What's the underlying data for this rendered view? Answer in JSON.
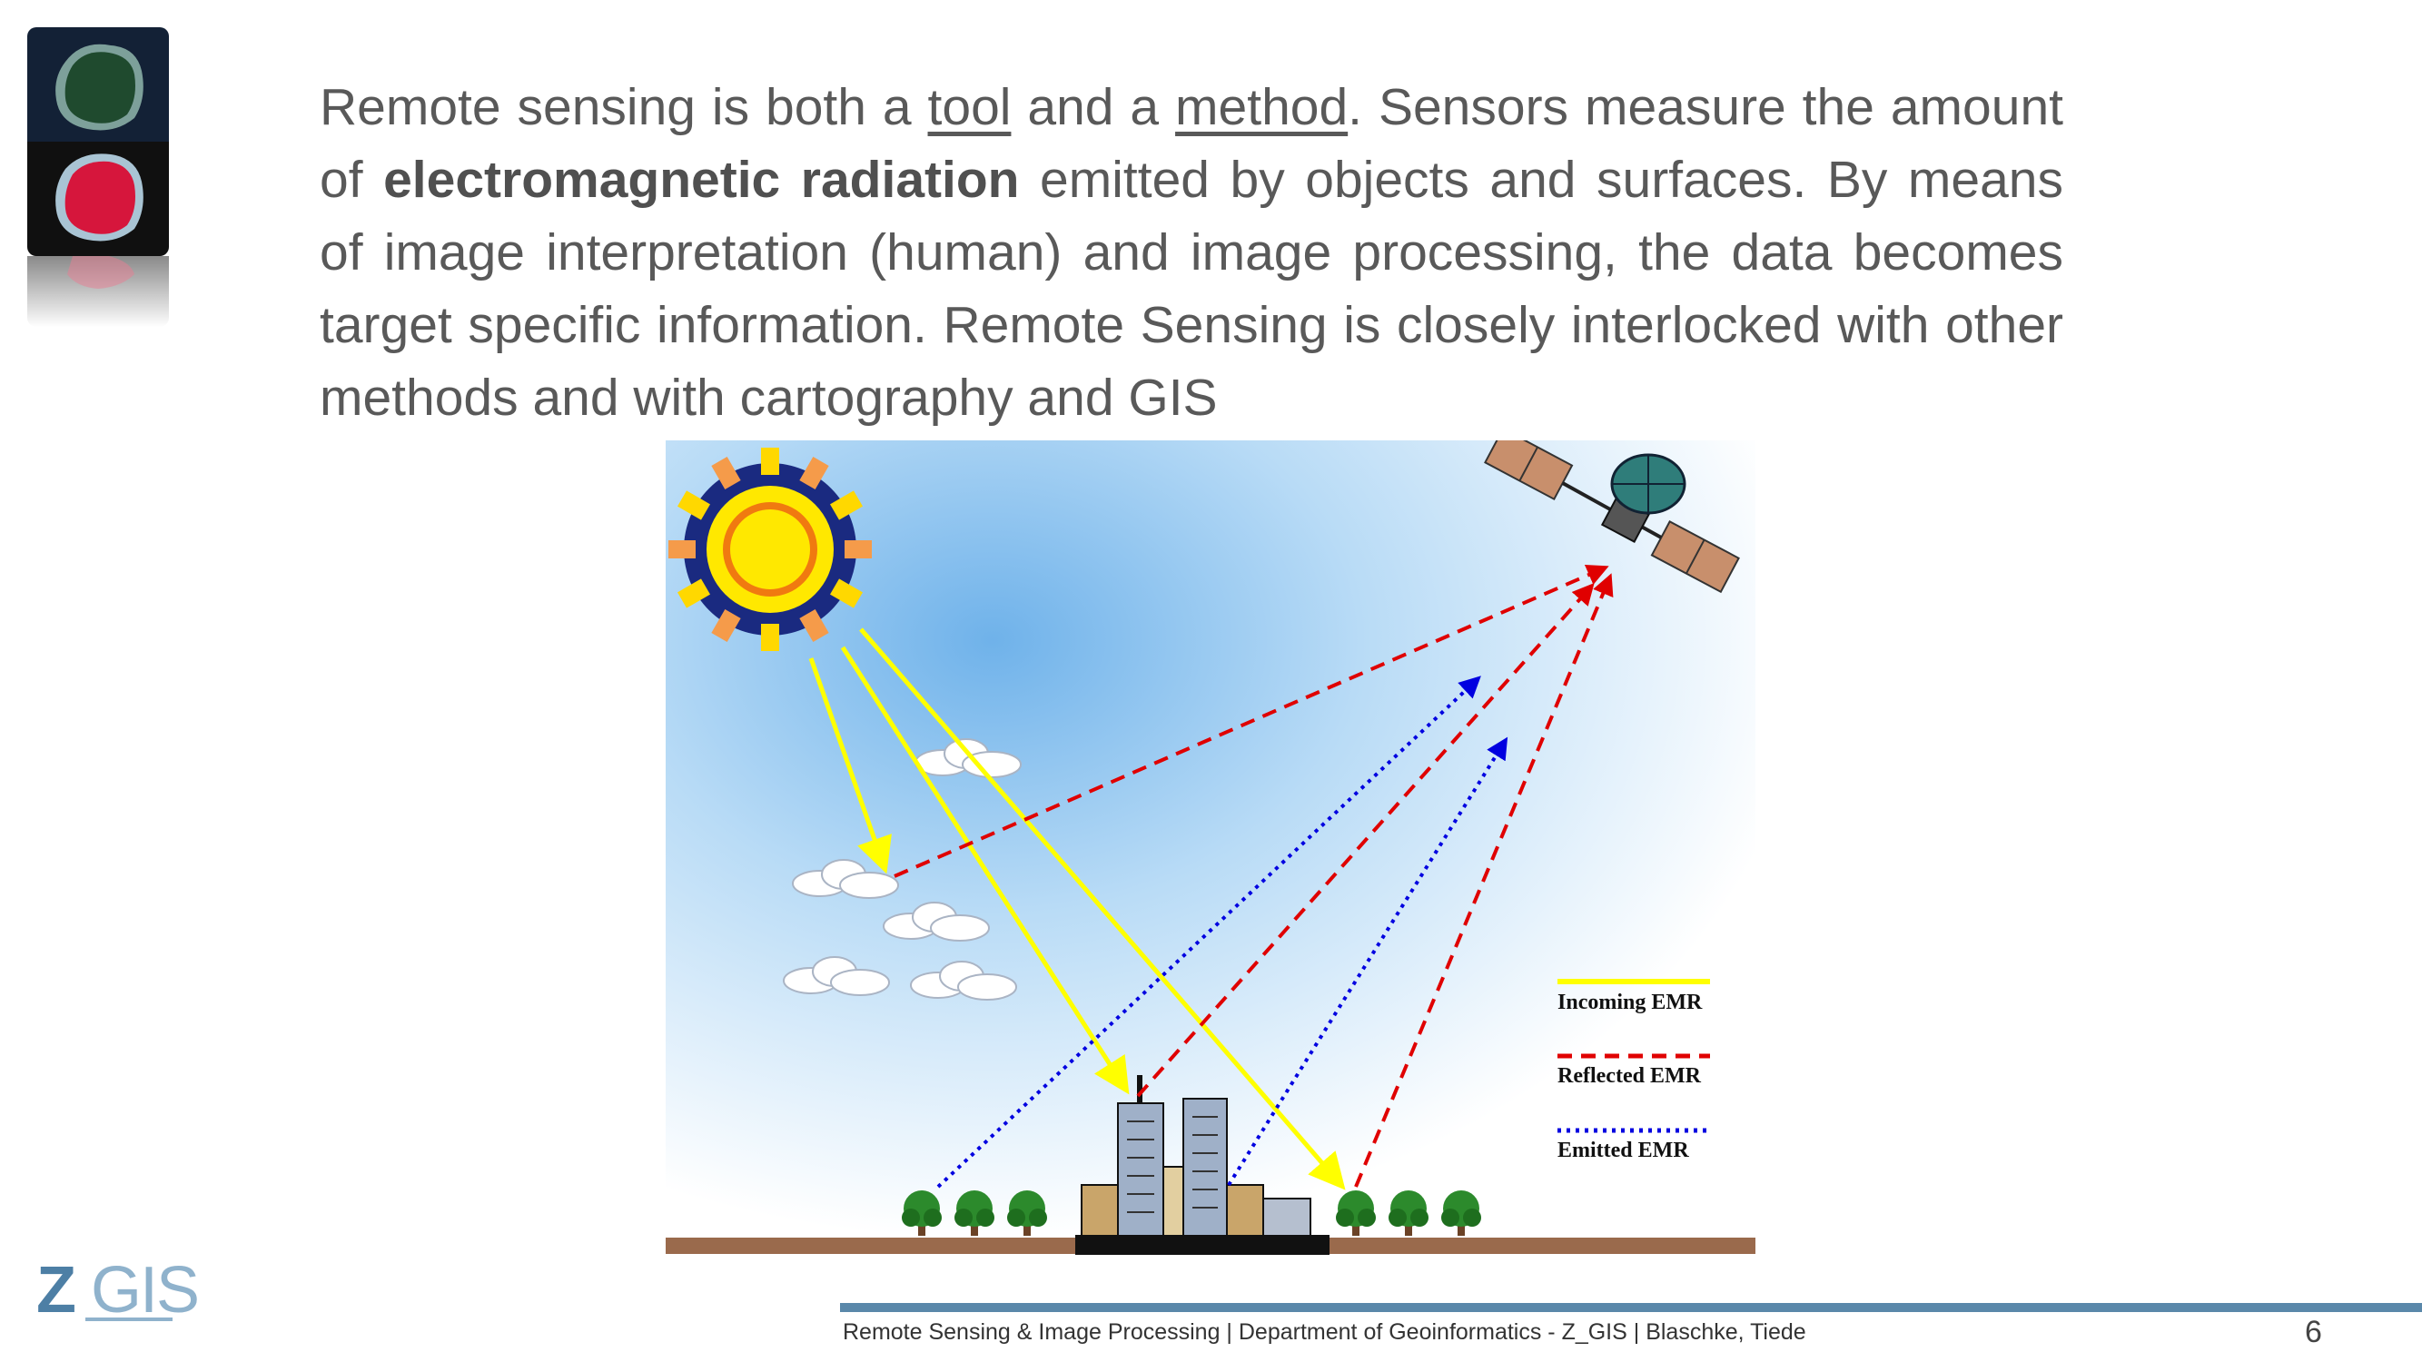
{
  "thumbnail": {
    "icon": "satellite-island-thumbnail"
  },
  "paragraph": {
    "t1": "Remote sensing is both a ",
    "tool": "tool",
    "t2": " and a ",
    "method": "method",
    "t3": ". Sensors measure the amount of ",
    "emr": "electromagnetic radiation",
    "t4": " emitted by objects and surfaces. By means of image interpretation (human) and image processing, the data becomes target specific information. Remote Sensing is  closely interlocked with other methods  and with cartography and GIS"
  },
  "legend": {
    "incoming": "Incoming EMR",
    "reflected": "Reflected EMR",
    "emitted": "Emitted EMR"
  },
  "colors": {
    "incoming": "#ffff00",
    "reflected": "#e00000",
    "emitted": "#0000e0",
    "accent": "#5a88aa"
  },
  "logo": {
    "z": "Z",
    "gis": "GIS"
  },
  "footer": {
    "text": "Remote Sensing & Image Processing | Department of Geoinformatics - Z_GIS | Blaschke, Tiede",
    "page": "6"
  }
}
